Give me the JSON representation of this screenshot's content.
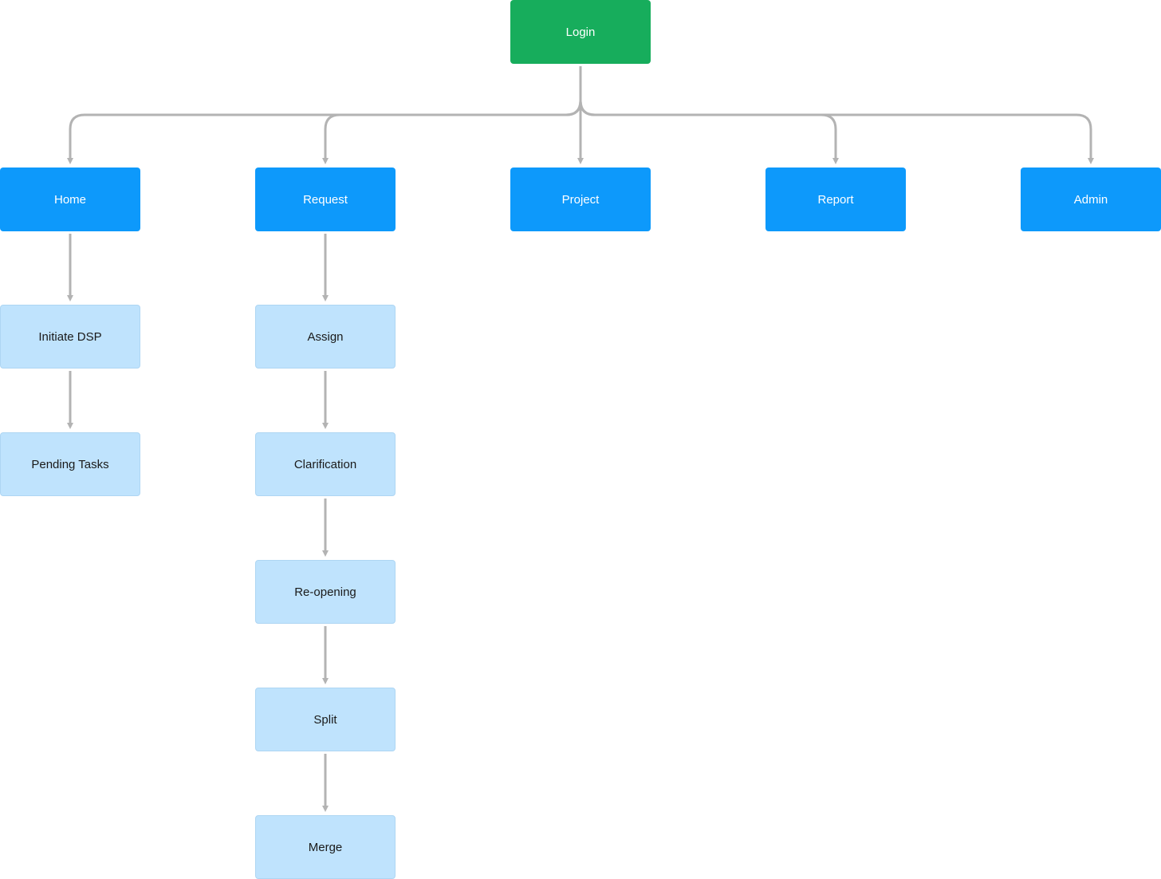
{
  "colors": {
    "root": "#17ad5c",
    "primary": "#0d99fb",
    "secondary": "#bfe3fd",
    "connector": "#b3b3b3"
  },
  "nodes": {
    "login": "Login",
    "home": "Home",
    "request": "Request",
    "project": "Project",
    "report": "Report",
    "admin": "Admin",
    "initiate_dsp": "Initiate DSP",
    "pending_tasks": "Pending Tasks",
    "assign": "Assign",
    "clarification": "Clarification",
    "reopening": "Re-opening",
    "split": "Split",
    "merge": "Merge"
  },
  "edges": [
    [
      "login",
      "home"
    ],
    [
      "login",
      "request"
    ],
    [
      "login",
      "project"
    ],
    [
      "login",
      "report"
    ],
    [
      "login",
      "admin"
    ],
    [
      "home",
      "initiate_dsp"
    ],
    [
      "initiate_dsp",
      "pending_tasks"
    ],
    [
      "request",
      "assign"
    ],
    [
      "assign",
      "clarification"
    ],
    [
      "clarification",
      "reopening"
    ],
    [
      "reopening",
      "split"
    ],
    [
      "split",
      "merge"
    ]
  ]
}
